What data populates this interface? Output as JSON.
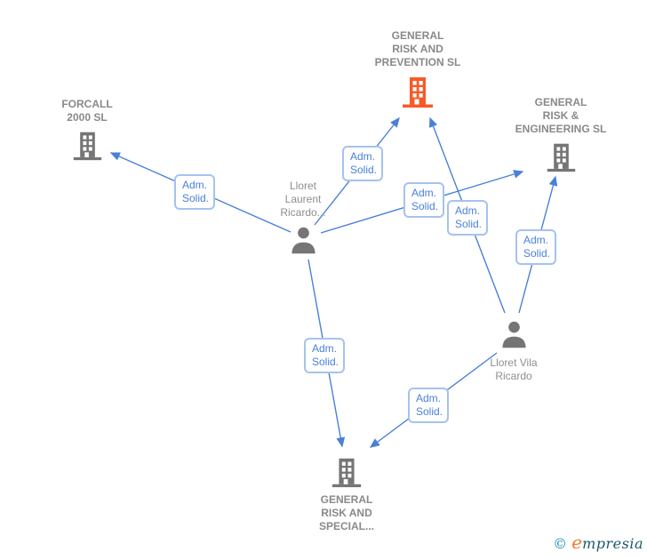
{
  "colors": {
    "edge_blue": "#4A80D9",
    "label_border_blue": "#A5C3EE",
    "node_gray": "#757575",
    "highlight_orange": "#F75B28",
    "text_gray": "#8A8A8A"
  },
  "nodes": {
    "prevention": {
      "type": "company",
      "name": "GENERAL RISK AND PREVENTION SL",
      "lines": [
        "GENERAL",
        "RISK AND",
        "PREVENTION SL"
      ],
      "highlighted": true
    },
    "forcall": {
      "type": "company",
      "name": "FORCALL 2000 SL",
      "lines": [
        "FORCALL",
        "2000 SL"
      ],
      "highlighted": false
    },
    "engineering": {
      "type": "company",
      "name": "GENERAL RISK & ENGINEERING SL",
      "lines": [
        "GENERAL",
        "RISK &",
        "ENGINEERING SL"
      ],
      "highlighted": false
    },
    "special": {
      "type": "company",
      "name": "GENERAL RISK AND SPECIAL...",
      "lines": [
        "GENERAL",
        "RISK AND",
        "SPECIAL..."
      ],
      "highlighted": false
    },
    "laurent": {
      "type": "person",
      "name": "Lloret Laurent Ricardo...",
      "lines": [
        "Lloret",
        "Laurent",
        "Ricardo..."
      ]
    },
    "vila": {
      "type": "person",
      "name": "Lloret Vila Ricardo",
      "lines": [
        "Lloret Vila",
        "Ricardo"
      ]
    }
  },
  "edges": [
    {
      "from": "Lloret Laurent Ricardo...",
      "to": "FORCALL 2000 SL",
      "label": "Adm. Solid."
    },
    {
      "from": "Lloret Laurent Ricardo...",
      "to": "GENERAL RISK AND PREVENTION SL",
      "label": "Adm. Solid."
    },
    {
      "from": "Lloret Laurent Ricardo...",
      "to": "GENERAL RISK & ENGINEERING SL",
      "label": "Adm. Solid."
    },
    {
      "from": "Lloret Vila Ricardo",
      "to": "GENERAL RISK AND PREVENTION SL",
      "label": "Adm. Solid."
    },
    {
      "from": "Lloret Vila Ricardo",
      "to": "GENERAL RISK & ENGINEERING SL",
      "label": "Adm. Solid."
    },
    {
      "from": "Lloret Laurent Ricardo...",
      "to": "GENERAL RISK AND SPECIAL...",
      "label": "Adm. Solid."
    },
    {
      "from": "Lloret Vila Ricardo",
      "to": "GENERAL RISK AND SPECIAL...",
      "label": "Adm. Solid."
    }
  ],
  "footer": {
    "copyright": "©",
    "brand_e": "e",
    "brand_rest": "mpresia"
  }
}
